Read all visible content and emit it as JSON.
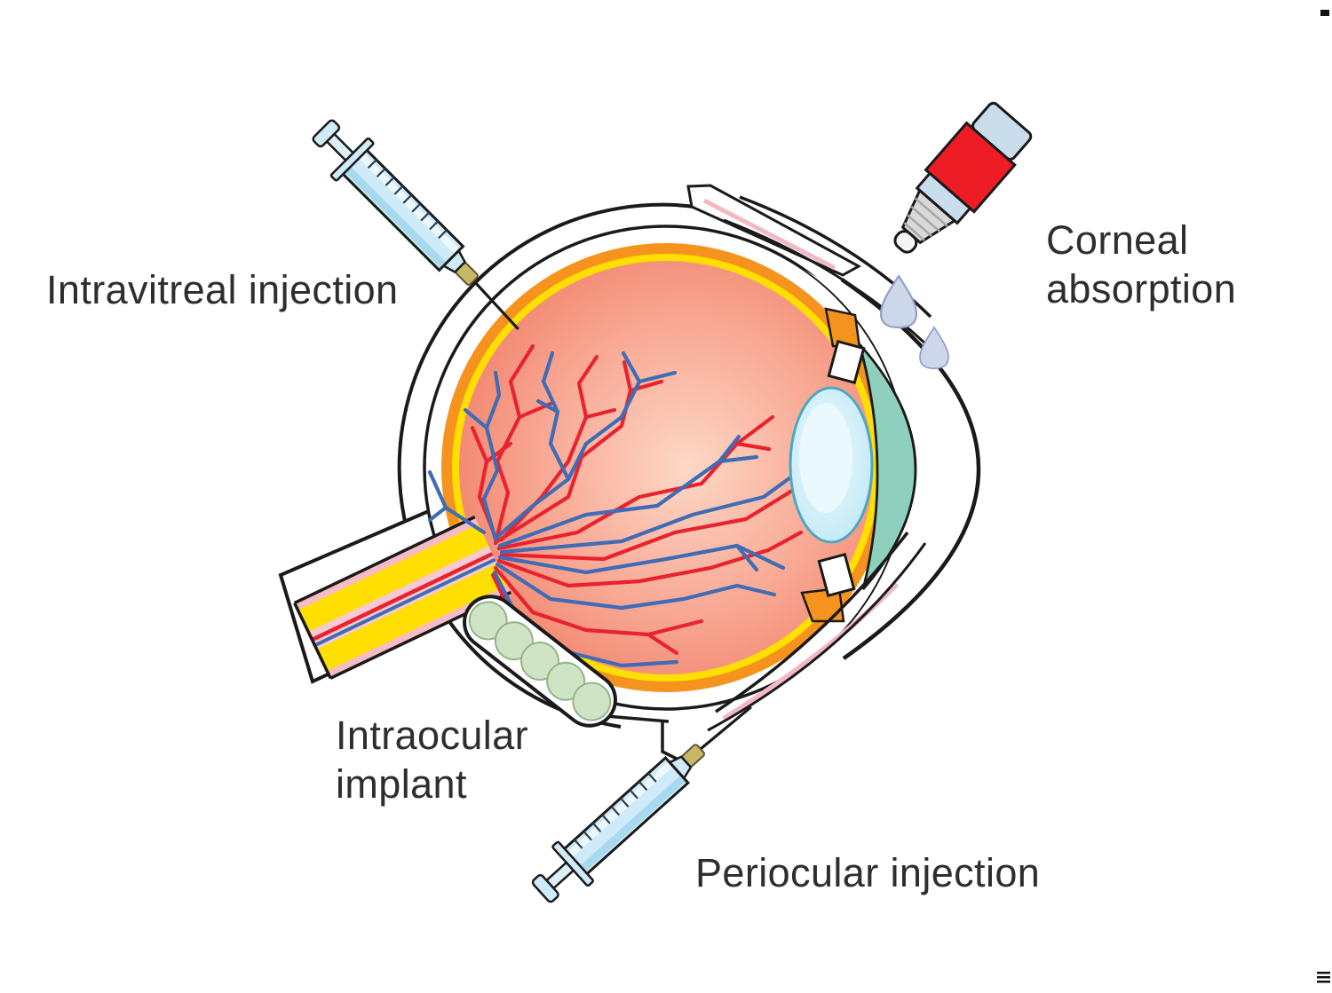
{
  "diagram_type": "eye-cross-section-drug-delivery-routes",
  "labels": {
    "intravitreal": {
      "line1": "Intravitreal injection",
      "line2": ""
    },
    "corneal": {
      "line1": "Corneal",
      "line2": "absorption"
    },
    "intraocular": {
      "line1": "Intraocular",
      "line2": "implant"
    },
    "periocular": {
      "line1": "Periocular injection",
      "line2": ""
    }
  },
  "icons": {
    "intravitreal_syringe": "syringe",
    "periocular_syringe": "syringe",
    "eye_dropper": "eye-dropper-bottle",
    "drops": "liquid-drops",
    "implant": "bead-implant-capsule",
    "eye": "eye-cross-section"
  },
  "colors": {
    "outline": "#1a1a1a",
    "label_text": "#2e2e2e",
    "sclera_white": "#ffffff",
    "choroid_orange": "#f6921e",
    "retina_yellow": "#ffdf00",
    "vitreous_edge": "#ee7058",
    "vessel_red": "#e8232e",
    "vessel_blue": "#3f6cb5",
    "nerve_yellow": "#ffdf00",
    "nerve_pink": "#f5bcc6",
    "cornea_teal": "#8fcfbd",
    "lens_edge": "#4da7c4",
    "implant_green": "#cfe4c4",
    "implant_green_edge": "#93b489",
    "dropper_red": "#ee1c25",
    "dropper_cap_blue": "#cadded",
    "dropper_nozzle_gray": "#d9d9d9",
    "drop_blue": "#ccd7ea",
    "drop_edge": "#8fa3c8",
    "syringe_blue": "#cfeaf8",
    "needle_hub_gold": "#c9b768",
    "flap_pink": "#f2b9c2"
  }
}
